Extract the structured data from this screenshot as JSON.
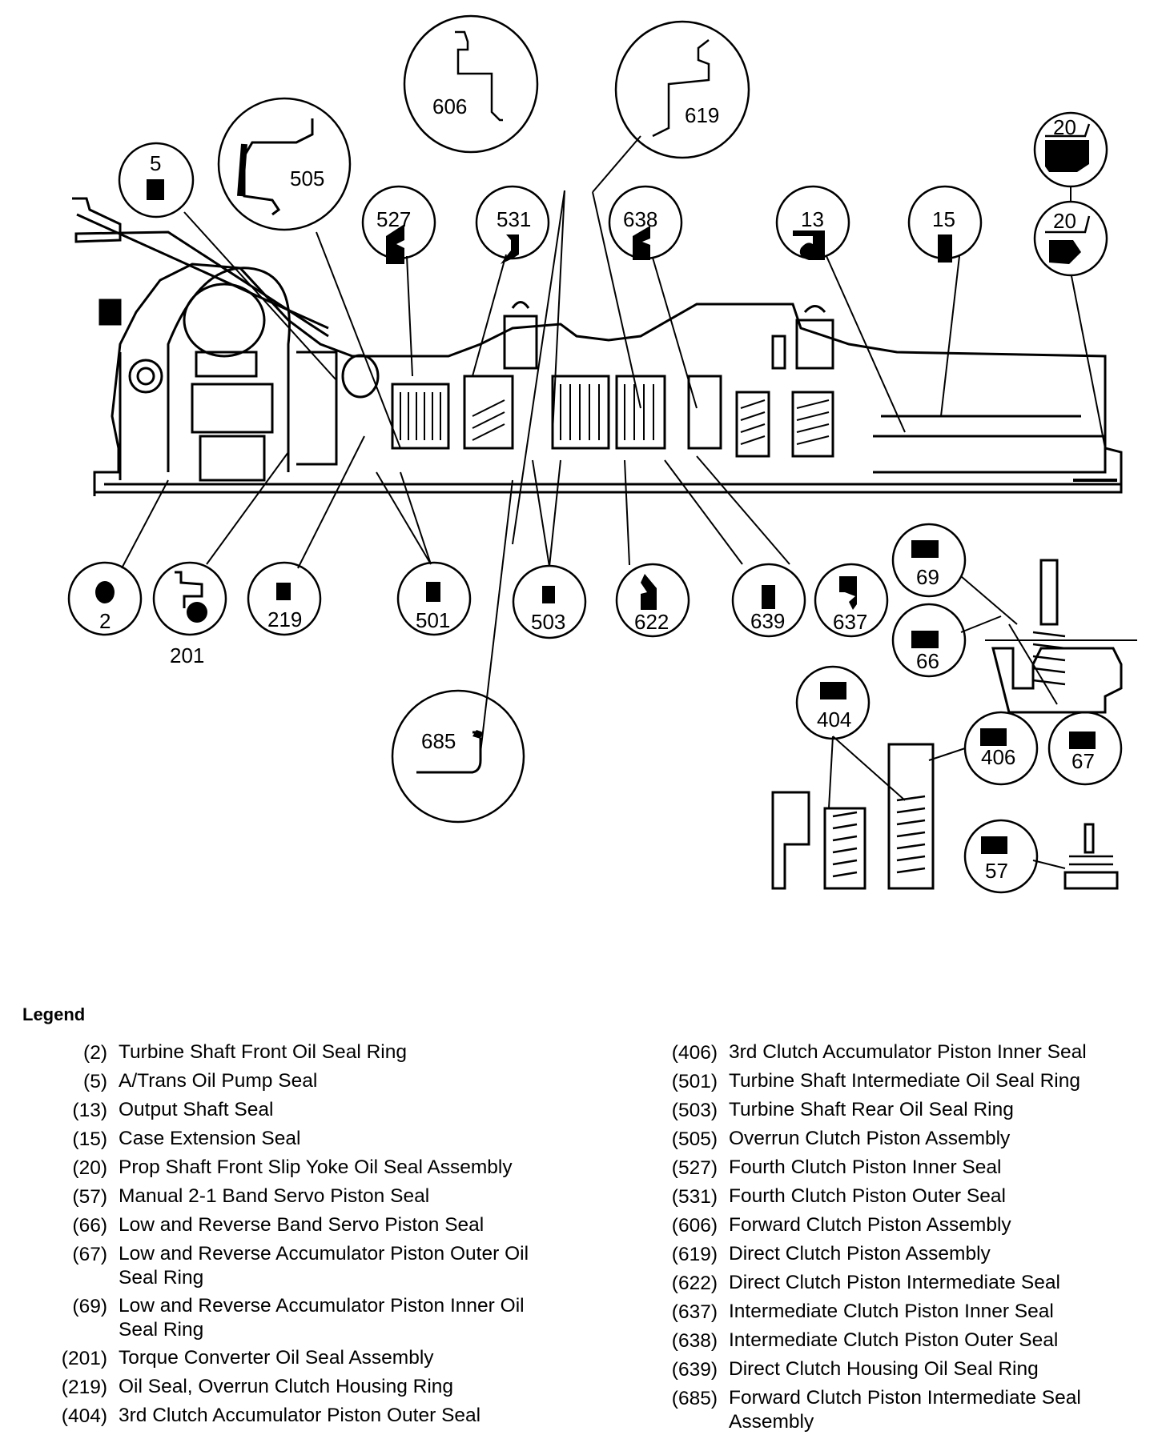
{
  "diagram": {
    "description": "Automatic transmission cross-section with seal callouts",
    "callouts": [
      {
        "id": "606",
        "label": "606"
      },
      {
        "id": "619",
        "label": "619"
      },
      {
        "id": "505",
        "label": "505"
      },
      {
        "id": "5",
        "label": "5"
      },
      {
        "id": "527",
        "label": "527"
      },
      {
        "id": "531",
        "label": "531"
      },
      {
        "id": "638",
        "label": "638"
      },
      {
        "id": "13",
        "label": "13"
      },
      {
        "id": "15",
        "label": "15"
      },
      {
        "id": "20a",
        "label": "20"
      },
      {
        "id": "20b",
        "label": "20"
      },
      {
        "id": "2",
        "label": "2"
      },
      {
        "id": "201",
        "label": "201"
      },
      {
        "id": "219",
        "label": "219"
      },
      {
        "id": "501",
        "label": "501"
      },
      {
        "id": "503",
        "label": "503"
      },
      {
        "id": "622",
        "label": "622"
      },
      {
        "id": "639",
        "label": "639"
      },
      {
        "id": "637",
        "label": "637"
      },
      {
        "id": "69",
        "label": "69"
      },
      {
        "id": "66",
        "label": "66"
      },
      {
        "id": "685",
        "label": "685"
      },
      {
        "id": "404",
        "label": "404"
      },
      {
        "id": "406",
        "label": "406"
      },
      {
        "id": "67",
        "label": "67"
      },
      {
        "id": "57",
        "label": "57"
      }
    ]
  },
  "legend": {
    "title": "Legend",
    "left": [
      {
        "code": "(2)",
        "desc": "Turbine Shaft Front Oil Seal Ring"
      },
      {
        "code": "(5)",
        "desc": "A/Trans Oil Pump Seal"
      },
      {
        "code": "(13)",
        "desc": "Output Shaft Seal"
      },
      {
        "code": "(15)",
        "desc": "Case Extension Seal"
      },
      {
        "code": "(20)",
        "desc": "Prop Shaft Front Slip Yoke Oil Seal Assembly"
      },
      {
        "code": "(57)",
        "desc": "Manual 2-1 Band Servo Piston Seal"
      },
      {
        "code": "(66)",
        "desc": "Low and Reverse Band Servo Piston Seal"
      },
      {
        "code": "(67)",
        "desc": "Low and Reverse Accumulator Piston Outer Oil Seal Ring"
      },
      {
        "code": "(69)",
        "desc": "Low and Reverse Accumulator Piston Inner Oil Seal Ring"
      },
      {
        "code": "(201)",
        "desc": "Torque Converter Oil Seal Assembly"
      },
      {
        "code": "(219)",
        "desc": "Oil Seal, Overrun Clutch Housing Ring"
      },
      {
        "code": "(404)",
        "desc": "3rd Clutch Accumulator Piston Outer Seal"
      }
    ],
    "right": [
      {
        "code": "(406)",
        "desc": "3rd Clutch Accumulator Piston Inner Seal"
      },
      {
        "code": "(501)",
        "desc": "Turbine Shaft Intermediate Oil Seal Ring"
      },
      {
        "code": "(503)",
        "desc": "Turbine Shaft Rear Oil Seal Ring"
      },
      {
        "code": "(505)",
        "desc": "Overrun Clutch Piston Assembly"
      },
      {
        "code": "(527)",
        "desc": "Fourth Clutch Piston Inner Seal"
      },
      {
        "code": "(531)",
        "desc": "Fourth Clutch Piston Outer Seal"
      },
      {
        "code": "(606)",
        "desc": "Forward Clutch Piston Assembly"
      },
      {
        "code": "(619)",
        "desc": "Direct Clutch Piston Assembly"
      },
      {
        "code": "(622)",
        "desc": "Direct Clutch Piston Intermediate Seal"
      },
      {
        "code": "(637)",
        "desc": "Intermediate Clutch Piston Inner Seal"
      },
      {
        "code": "(638)",
        "desc": "Intermediate Clutch Piston Outer Seal"
      },
      {
        "code": "(639)",
        "desc": "Direct Clutch Housing Oil Seal Ring"
      },
      {
        "code": "(685)",
        "desc": "Forward Clutch Piston Intermediate Seal Assembly"
      }
    ]
  }
}
